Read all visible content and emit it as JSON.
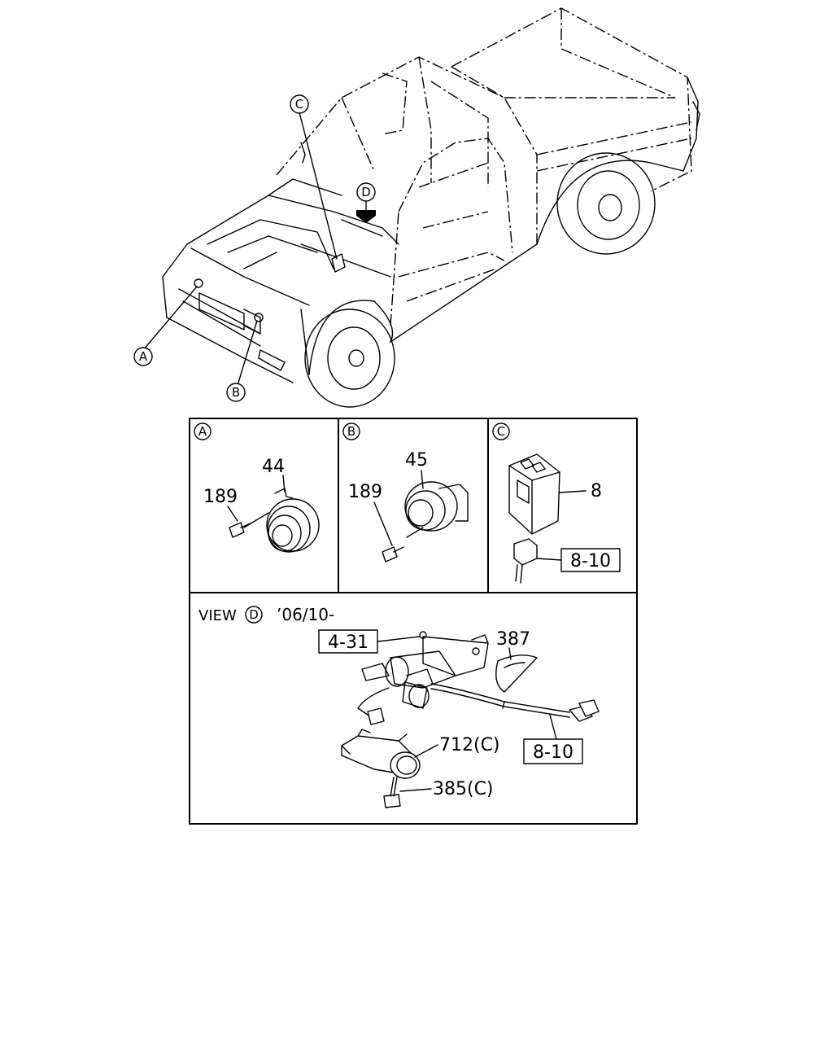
{
  "callouts": {
    "A": "A",
    "B": "B",
    "C": "C",
    "D": "D"
  },
  "panel_a": {
    "letter": "A",
    "part_upper": "44",
    "part_bolt": "189"
  },
  "panel_b": {
    "letter": "B",
    "part_upper": "45",
    "part_bolt": "189"
  },
  "panel_c": {
    "letter": "C",
    "part_module": "8",
    "part_connector_ref": "8-10"
  },
  "panel_d": {
    "view_label": "VIEW",
    "view_letter": "D",
    "date_label": "’06/10-",
    "ref_top": "4-31",
    "part_tie": "387",
    "ref_harness": "8-10",
    "part_bracket": "712(C)",
    "part_screw": "385(C)"
  }
}
